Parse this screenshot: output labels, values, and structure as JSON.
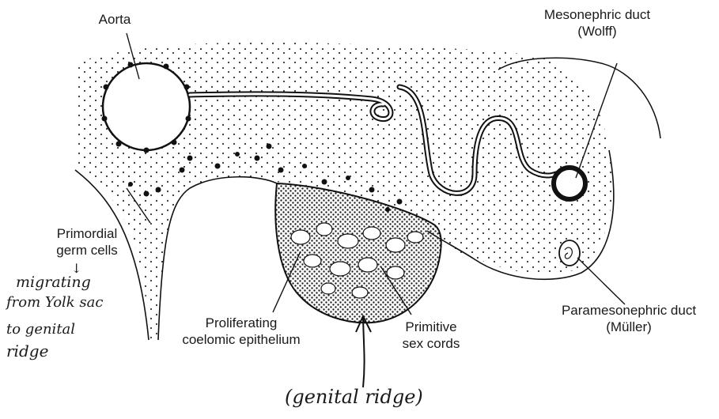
{
  "labels": {
    "aorta": "Aorta",
    "mesonephric_line1": "Mesonephric duct",
    "mesonephric_line2": "(Wolff)",
    "primordial_line1": "Primordial",
    "primordial_line2": "germ cells",
    "prolif_line1": "Proliferating",
    "prolif_line2": "coelomic epithelium",
    "primitive_line1": "Primitive",
    "primitive_line2": "sex cords",
    "paramesonephric_line1": "Paramesonephric duct",
    "paramesonephric_line2": "(Müller)"
  },
  "handwriting": {
    "arrow": "↓",
    "line1": "migrating",
    "line2": "from  Yolk sac",
    "line3": "to   genital",
    "line4": "ridge",
    "bottom": "(genital  ridge)"
  }
}
